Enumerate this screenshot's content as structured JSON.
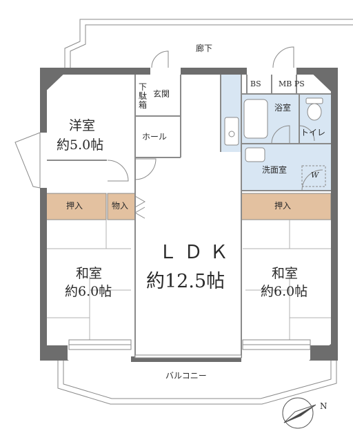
{
  "rooms": {
    "western": {
      "name": "洋室",
      "size": "約5.0帖"
    },
    "japanese_left": {
      "name": "和室",
      "size": "約6.0帖"
    },
    "japanese_right": {
      "name": "和室",
      "size": "約6.0帖"
    },
    "ldk": {
      "name": "ＬＤＫ",
      "size": "約12.5帖"
    }
  },
  "labels": {
    "corridor": "廊下",
    "balcony": "バルコニー",
    "entrance": "玄関",
    "hall": "ホール",
    "shoe_box": [
      "下",
      "駄",
      "箱"
    ],
    "closet_left": "押入",
    "closet_right": "押入",
    "storage": "物入",
    "bath": "浴室",
    "toilet": "トイレ",
    "washroom": "洗面室",
    "washer": "W",
    "bs": "BS",
    "mb_ps": "MB PS"
  },
  "compass": {
    "label": "N"
  },
  "colors": {
    "wall": "#6d6d6d",
    "closet": "#e3c1a0",
    "wet_area": "#d8e6f3",
    "line": "#8a8a8a"
  }
}
